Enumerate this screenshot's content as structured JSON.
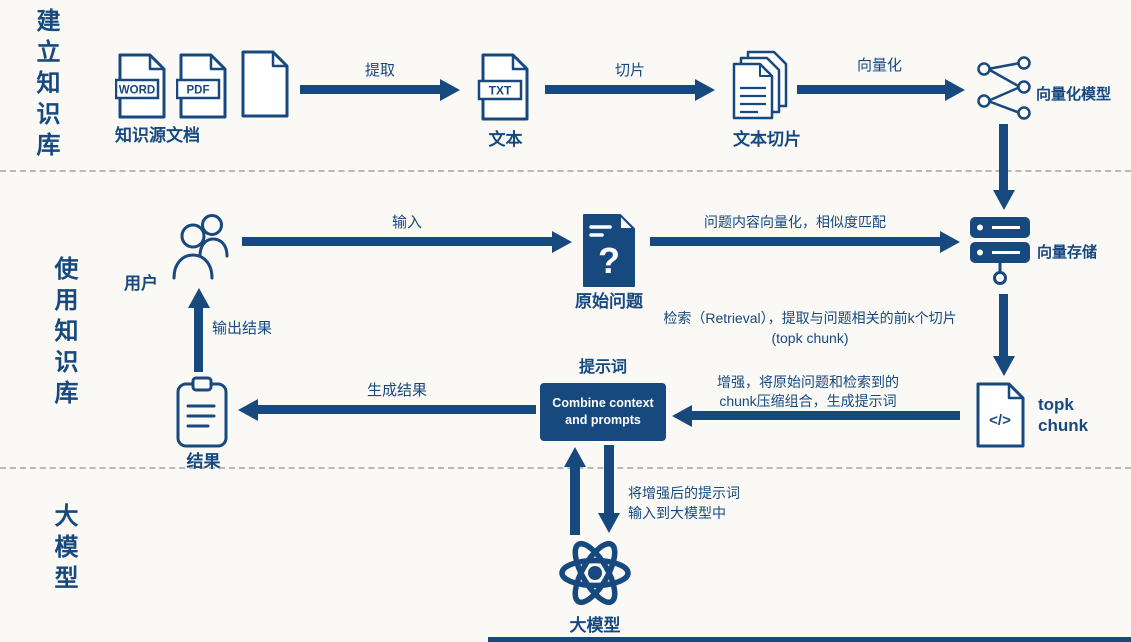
{
  "colors": {
    "primary": "#17497F",
    "background": "#FAF9F6",
    "separator": "#B9B9B9"
  },
  "sections": {
    "build_label": "建立知识库",
    "use_label": "使用知识库",
    "model_label": "大模型"
  },
  "nodes": {
    "source_docs": {
      "caption": "知识源文档",
      "badge_word": "WORD",
      "badge_pdf": "PDF"
    },
    "text_file": {
      "caption": "文本",
      "badge": "TXT"
    },
    "text_chunks": {
      "caption": "文本切片"
    },
    "embedding_model": {
      "caption": "向量化模型"
    },
    "user": {
      "caption": "用户"
    },
    "raw_question": {
      "caption": "原始问题",
      "glyph": "?"
    },
    "vector_store": {
      "caption": "向量存储"
    },
    "topk_chunk": {
      "caption": "topk\nchunk",
      "glyph": "</>"
    },
    "prompt": {
      "caption": "提示词",
      "box_text": "Combine context and prompts"
    },
    "result": {
      "caption": "结果"
    },
    "large_model": {
      "caption": "大模型"
    }
  },
  "edges": {
    "extract": "提取",
    "slice": "切片",
    "vectorize": "向量化",
    "input": "输入",
    "similarity": "问题内容向量化，相似度匹配",
    "retrieval": "检索（Retrieval），提取与问题相关的前k个切片\n(topk chunk)",
    "augment": "增强，将原始问题和检索到的\nchunk压缩组合，生成提示词",
    "generate": "生成结果",
    "output": "输出结果",
    "to_model": "将增强后的提示词\n输入到大模型中"
  }
}
